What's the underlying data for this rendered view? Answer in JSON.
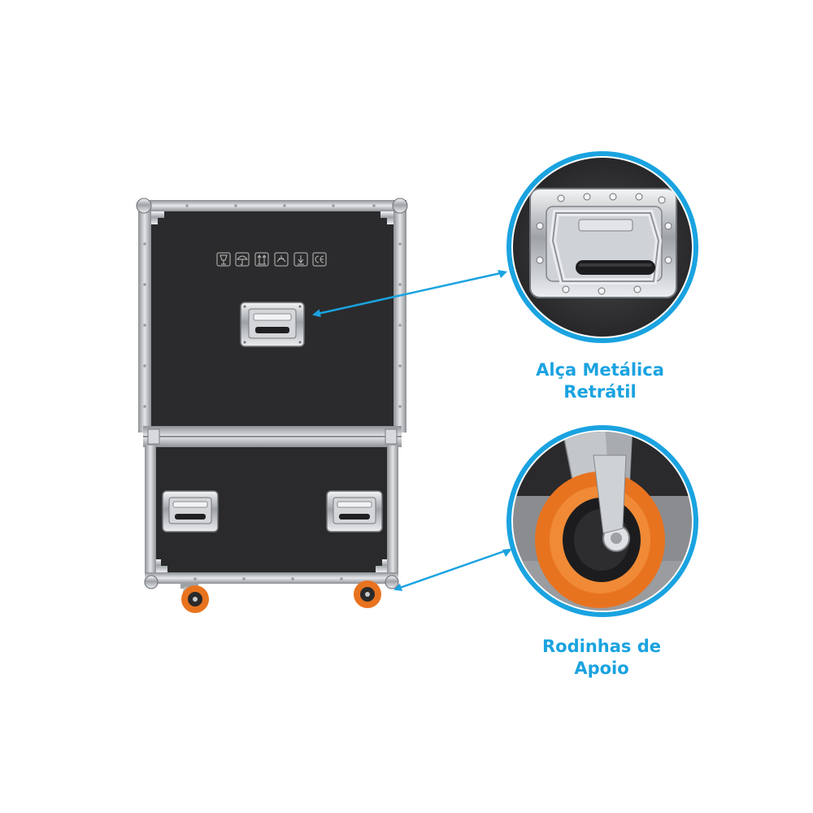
{
  "colors": {
    "accent": "#1aa3e0",
    "case_black": "#2b2b2d",
    "aluminum": "#c4c6c9",
    "wheel_orange": "#e8731f",
    "background": "#ffffff"
  },
  "icons": [
    "fragile-glass-icon",
    "keep-dry-umbrella-icon",
    "this-way-up-icon",
    "handle-with-care-icon",
    "stack-limit-icon",
    "ce-mark-icon"
  ],
  "callouts": {
    "handle": {
      "line1": "Alça Metálica",
      "line2": "Retrátil"
    },
    "wheels": {
      "line1": "Rodinhas de",
      "line2": "Apoio"
    }
  }
}
